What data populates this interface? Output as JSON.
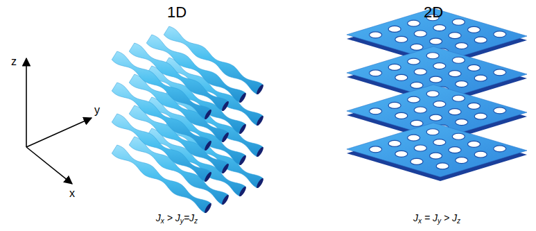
{
  "diagram": {
    "labels": [
      "1D",
      "2D",
      "z",
      "y",
      "x",
      "Jx > Jy=Jz",
      "Jx = Jy > Jz"
    ]
  }
}
